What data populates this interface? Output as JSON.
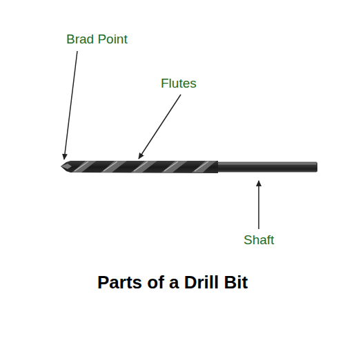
{
  "diagram": {
    "title": "Parts of a Drill Bit",
    "labels": [
      "Brad Point",
      "Flutes",
      "Shaft"
    ]
  }
}
